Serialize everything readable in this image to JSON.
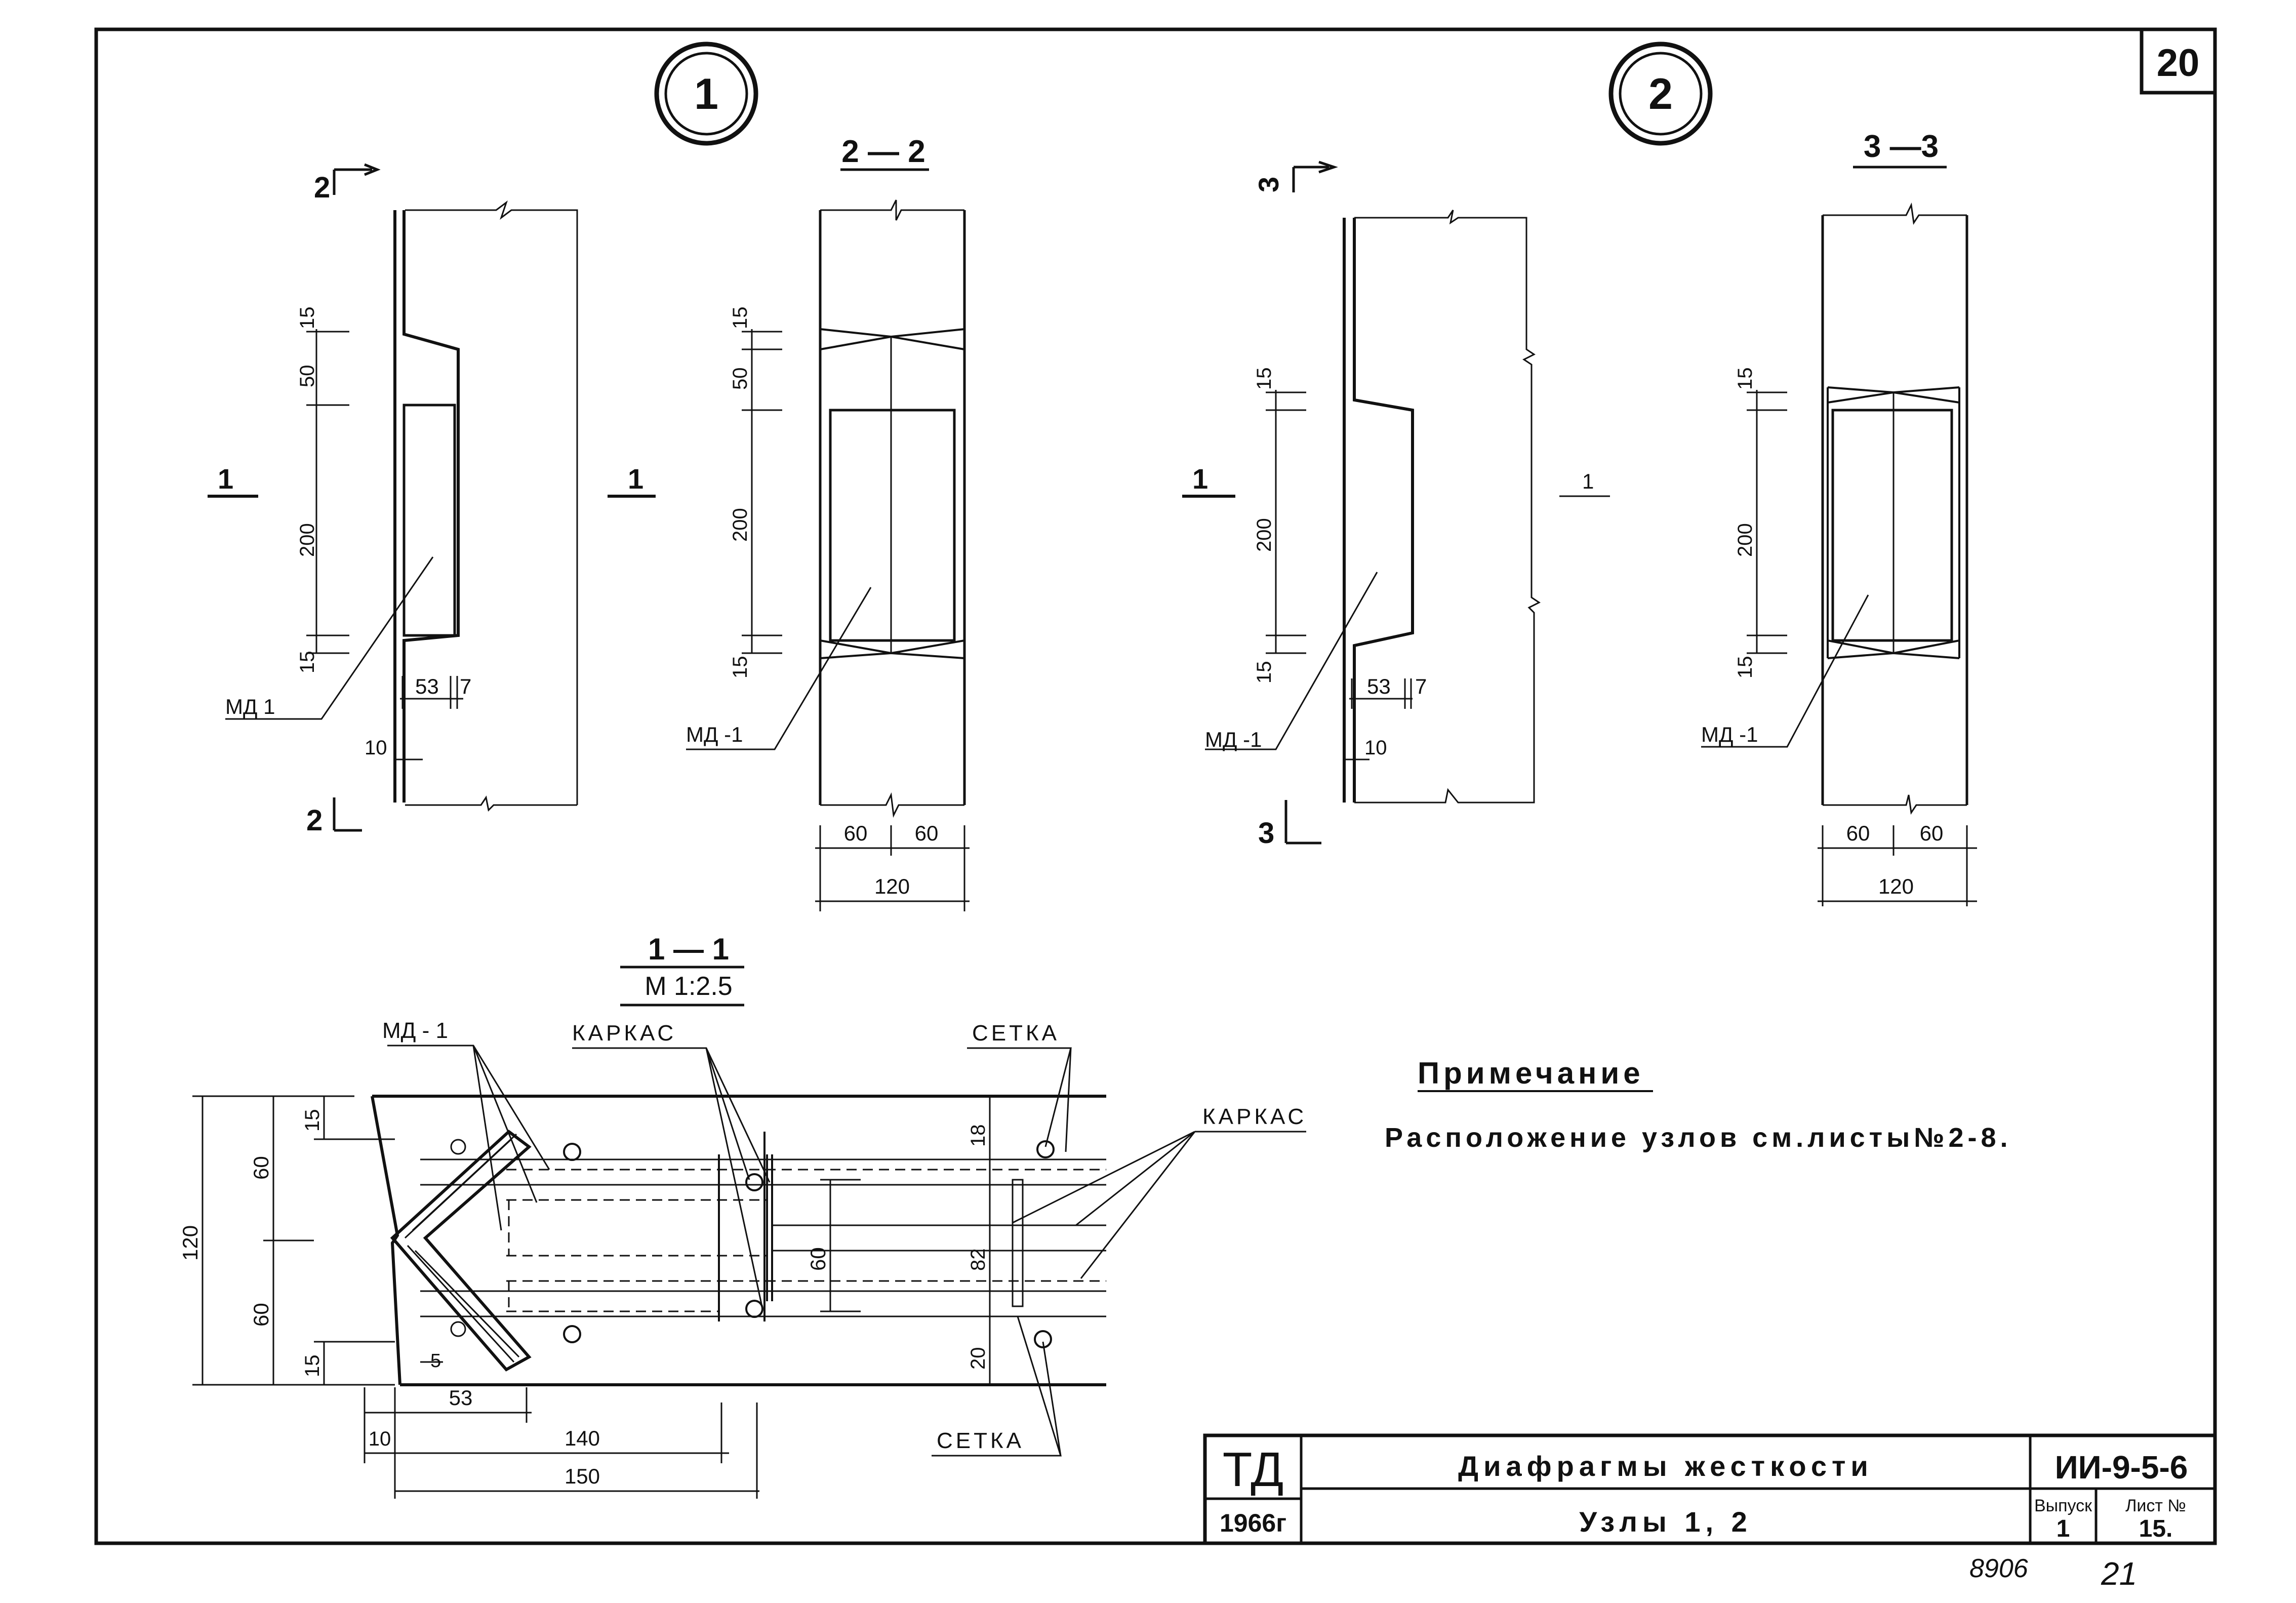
{
  "sheet": {
    "page_number": "20",
    "handwritten_left": "8906",
    "handwritten_right": "21"
  },
  "callouts": {
    "node1": "1",
    "node2": "2"
  },
  "views": {
    "node1_elev": {
      "section_marks": {
        "top": "2",
        "bottom": "2",
        "left": "1",
        "right": "1"
      },
      "dims": {
        "d15a": "15",
        "d50": "50",
        "d200": "200",
        "d15b": "15",
        "d53": "53",
        "d7": "7",
        "d10": "10"
      },
      "label": "МД 1"
    },
    "sec22": {
      "title": "2 — 2",
      "dims": {
        "d15a": "15",
        "d50": "50",
        "d200": "200",
        "d15b": "15",
        "w60a": "60",
        "w60b": "60",
        "w120": "120"
      },
      "label": "МД -1"
    },
    "node2_elev": {
      "section_marks": {
        "top": "3",
        "bottom": "3",
        "left": "1",
        "right": "1"
      },
      "dims": {
        "d15a": "15",
        "d200": "200",
        "d15b": "15",
        "d53": "53",
        "d7": "7",
        "d10": "10"
      },
      "label": "МД -1"
    },
    "sec33": {
      "title": "3 —3",
      "dims": {
        "d15a": "15",
        "d200": "200",
        "d15b": "15",
        "w60a": "60",
        "w60b": "60",
        "w120": "120"
      },
      "label": "МД -1"
    },
    "sec11": {
      "title": "1 — 1",
      "scale": "М 1:2.5",
      "labels": {
        "md": "МД - 1",
        "karkas1": "КАРКАС",
        "setka_top": "СЕТКА",
        "karkas2": "КАРКАС",
        "setka_bottom": "СЕТКА"
      },
      "dims": {
        "h120": "120",
        "h60a": "60",
        "h60b": "60",
        "h15a": "15",
        "h15b": "15",
        "d5": "5",
        "d53": "53",
        "d10": "10",
        "d140": "140",
        "d150": "150",
        "d60": "60",
        "d18": "18",
        "d82": "82",
        "d20": "20"
      }
    }
  },
  "note": {
    "heading": "Примечание",
    "text": "Расположение узлов см.листы№2-8."
  },
  "title_block": {
    "org": "ТД",
    "year": "1966г",
    "title": "Диафрагмы жесткости",
    "subtitle": "Узлы 1, 2",
    "code": "ИИ-9-5-6",
    "issue_label": "Выпуск",
    "issue_value": "1",
    "sheet_label": "Лист №",
    "sheet_value": "15."
  }
}
